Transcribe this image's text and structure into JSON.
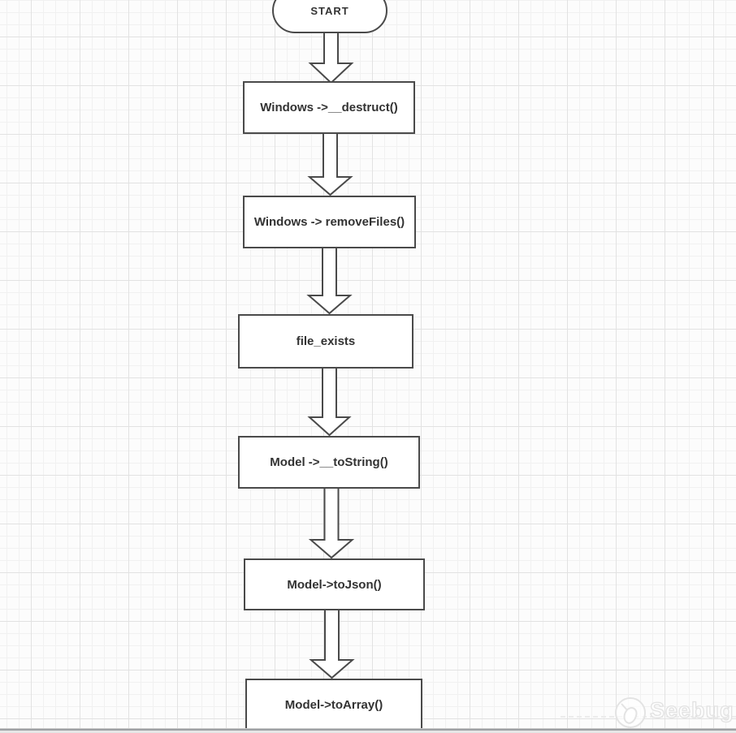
{
  "diagram": {
    "nodes": [
      {
        "id": "start",
        "type": "terminator",
        "label": "START"
      },
      {
        "id": "step-1",
        "type": "process",
        "label": "Windows ->__destruct()"
      },
      {
        "id": "step-2",
        "type": "process",
        "label": "Windows -> removeFiles()"
      },
      {
        "id": "step-3",
        "type": "process",
        "label": "file_exists"
      },
      {
        "id": "step-4",
        "type": "process",
        "label": "Model ->__toString()"
      },
      {
        "id": "step-5",
        "type": "process",
        "label": "Model->toJson()"
      },
      {
        "id": "step-6",
        "type": "process",
        "label": "Model->toArray()"
      }
    ],
    "connectors": [
      "start->step-1",
      "step-1->step-2",
      "step-2->step-3",
      "step-3->step-4",
      "step-4->step-5",
      "step-5->step-6"
    ]
  },
  "watermark": {
    "brand": "Seebug"
  },
  "colors": {
    "canvas": "#fcfcfc",
    "grid_minor": "#f1f1f1",
    "grid_major": "#e2e2e2",
    "shape_border": "#4a4a4a",
    "shape_fill": "#ffffff",
    "text": "#333333",
    "watermark": "#e2e2e2"
  }
}
